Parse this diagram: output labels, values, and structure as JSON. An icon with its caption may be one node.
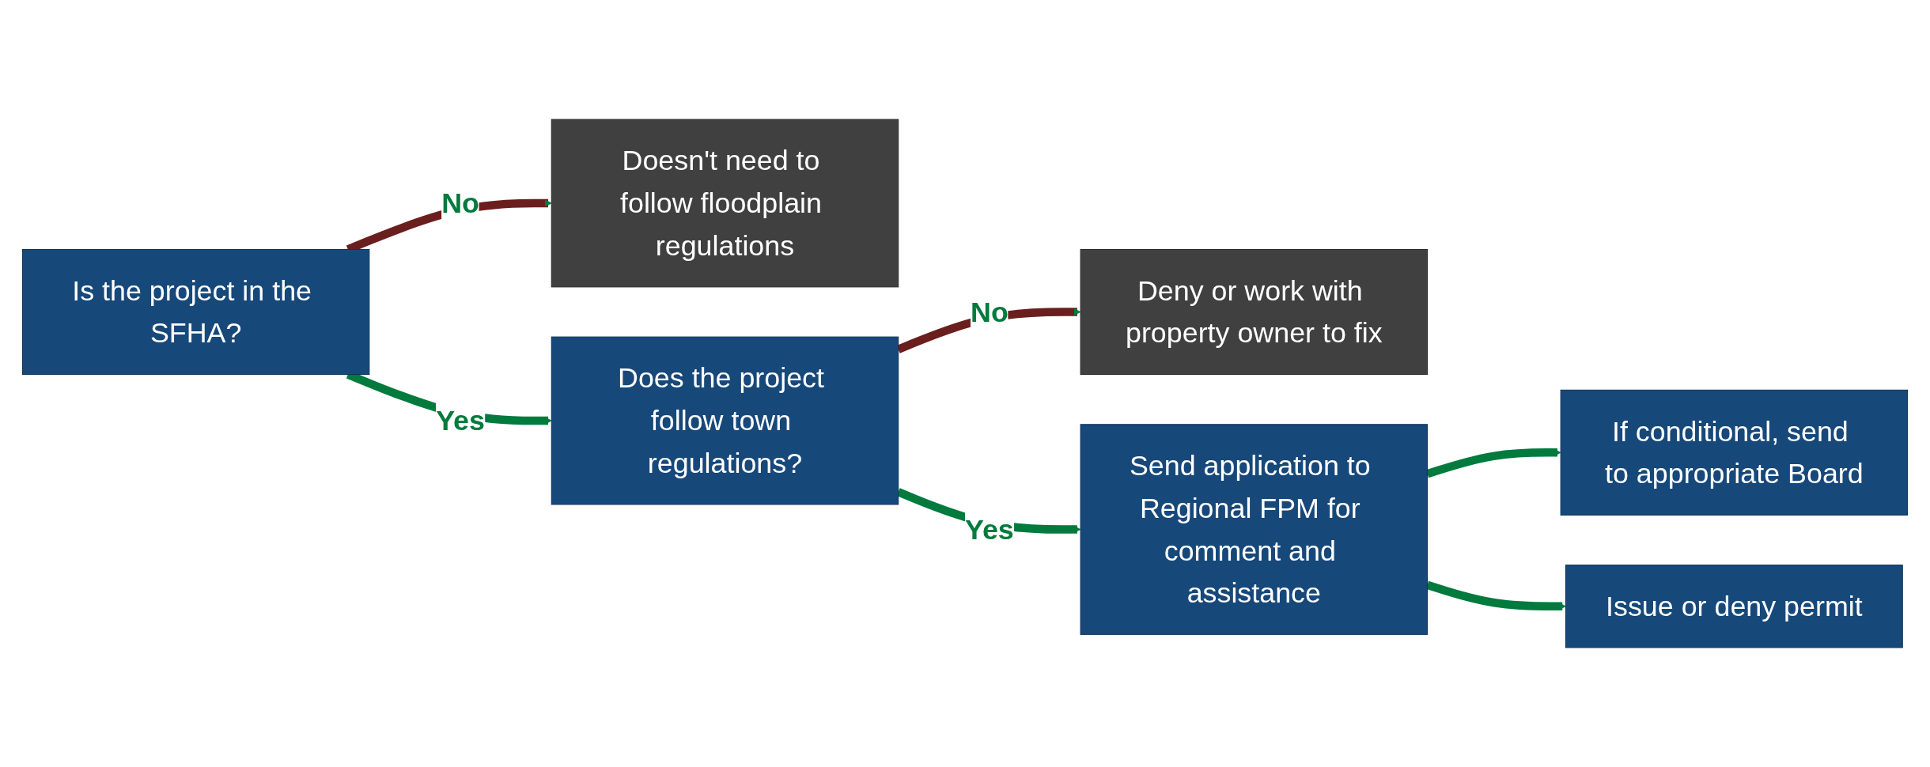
{
  "diagram": {
    "nodes": [
      {
        "text": [
          "Is the project in the SFHA?"
        ]
      },
      {
        "text": [
          "Doesn't need to follow floodplain regulations"
        ]
      },
      {
        "text": [
          "Does the project follow town regulations?"
        ]
      },
      {
        "text": [
          "Deny or work with property owner to fix"
        ]
      },
      {
        "text": [
          "Send application to Regional FPM for comment and assistance"
        ]
      },
      {
        "text": [
          "If conditional, send to appropriate Board"
        ]
      },
      {
        "text": [
          "Issue or deny permit"
        ]
      }
    ],
    "edges": [
      {
        "from": 0,
        "to": 1,
        "arrow": "to",
        "label": "No",
        "color": "#6b1e1e"
      },
      {
        "from": 0,
        "to": 2,
        "arrow": "to",
        "label": "Yes"
      },
      {
        "from": 2,
        "to": 3,
        "arrow": "to",
        "label": "No",
        "color": "#6b1e1e"
      },
      {
        "from": 2,
        "to": 4,
        "arrow": "to",
        "label": "Yes"
      },
      {
        "from": 4,
        "to": 5,
        "arrow": "to"
      },
      {
        "from": 4,
        "to": 6,
        "arrow": "to"
      }
    ]
  }
}
